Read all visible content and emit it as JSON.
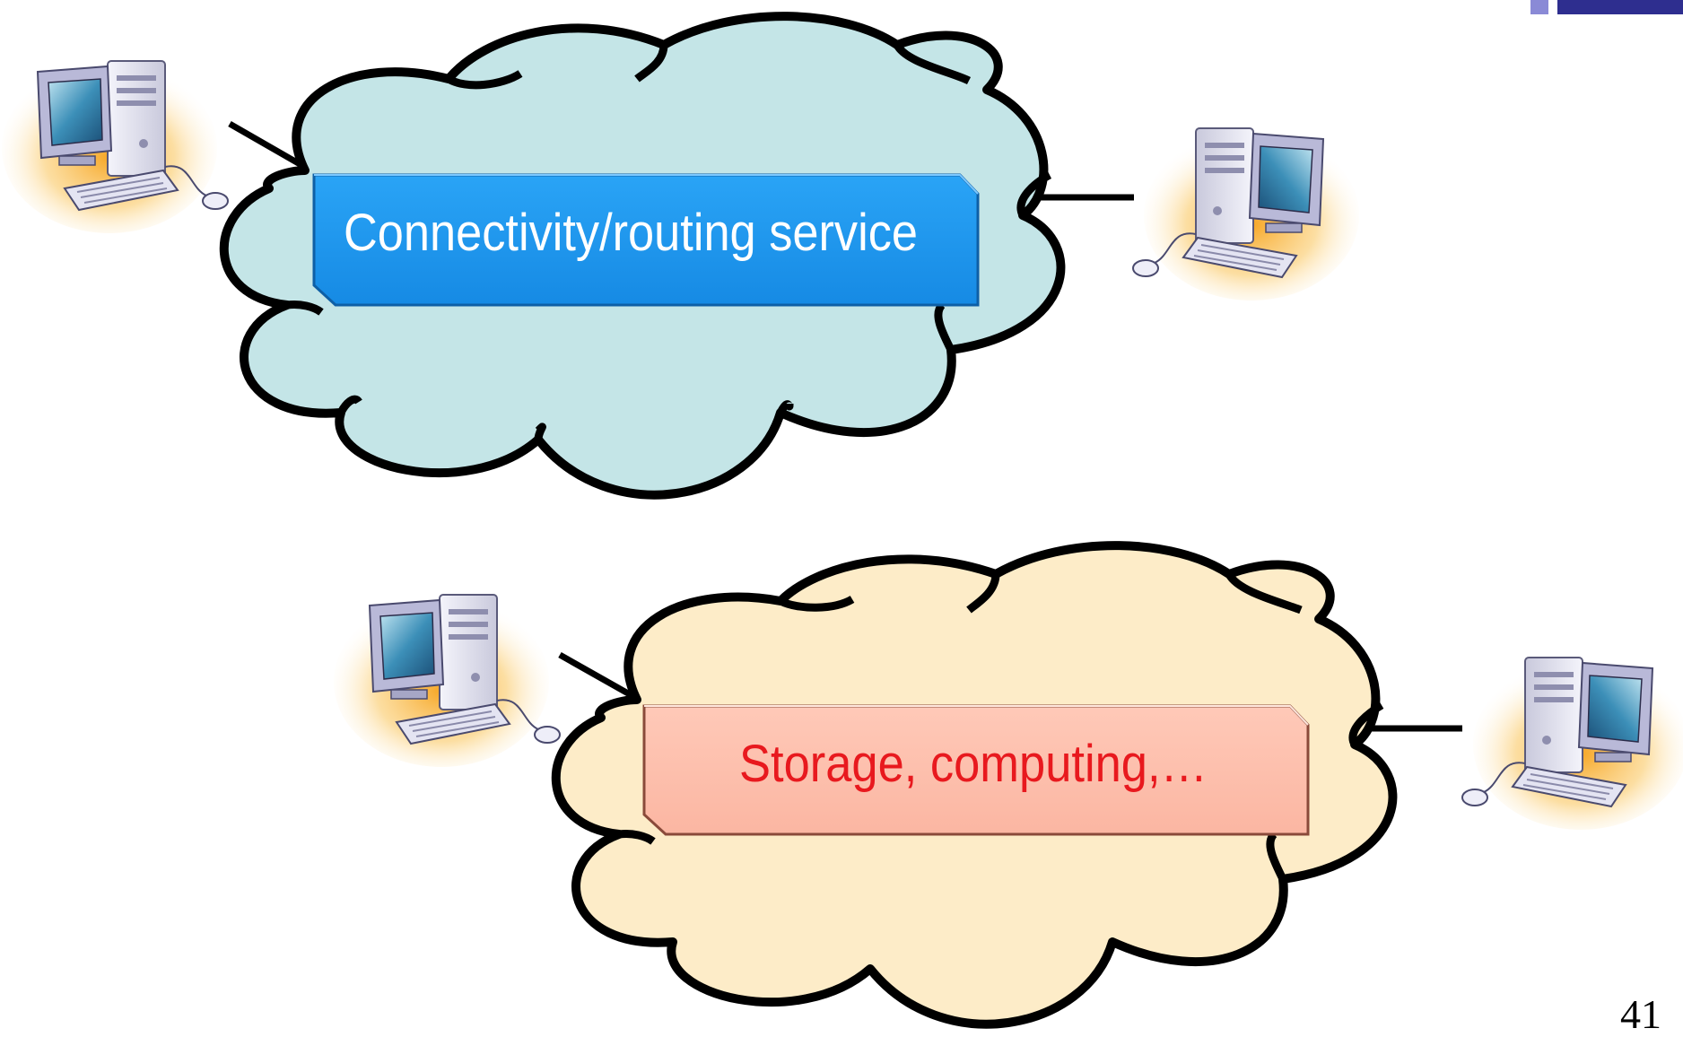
{
  "slide": {
    "page_number": "41",
    "colors": {
      "corner_accent": "#2e2e8f",
      "top_cloud_fill": "#c4e5e7",
      "bottom_cloud_fill": "#fdecc8",
      "top_box_fill": "#1e96ee",
      "top_box_text": "#ffffff",
      "bottom_box_fill": "#fdbfad",
      "bottom_box_text": "#e8191e"
    }
  },
  "top_network": {
    "label": "Connectivity/routing service",
    "icon": "cloud-icon"
  },
  "bottom_network": {
    "label": "Storage, computing,…",
    "icon": "cloud-icon"
  },
  "computers": [
    {
      "position": "top-left",
      "icon": "desktop-computer-icon"
    },
    {
      "position": "top-right",
      "icon": "desktop-computer-icon"
    },
    {
      "position": "bottom-left",
      "icon": "desktop-computer-icon"
    },
    {
      "position": "bottom-right",
      "icon": "desktop-computer-icon"
    }
  ]
}
